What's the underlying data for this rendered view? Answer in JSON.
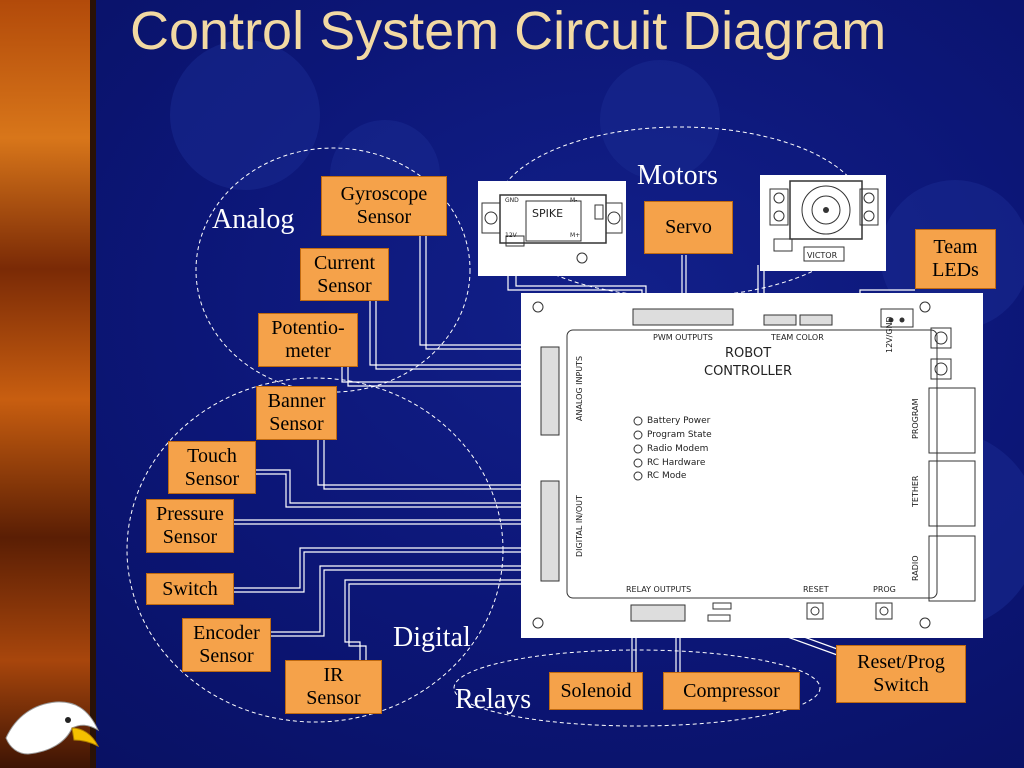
{
  "slide": {
    "title": "Control System Circuit Diagram"
  },
  "groups": {
    "analog": "Analog",
    "motors": "Motors",
    "digital": "Digital",
    "relays": "Relays"
  },
  "boxes": {
    "gyroscope": "Gyroscope\nSensor",
    "current": "Current\nSensor",
    "potentiometer": "Potentio-\nmeter",
    "banner": "Banner\nSensor",
    "touch": "Touch\nSensor",
    "pressure": "Pressure\nSensor",
    "switch": "Switch",
    "encoder": "Encoder\nSensor",
    "ir": "IR\nSensor",
    "servo": "Servo",
    "team_leds": "Team\nLEDs",
    "solenoid": "Solenoid",
    "compressor": "Compressor",
    "reset_prog": "Reset/Prog\nSwitch"
  },
  "devices": {
    "spike_label": "SPIKE",
    "spike_gnd": "GND",
    "spike_12v": "12V",
    "spike_mminus": "M-",
    "spike_mplus": "M+",
    "victor_label": "VICTOR"
  },
  "controller": {
    "title_line1": "ROBOT",
    "title_line2": "CONTROLLER",
    "pwm_outputs": "PWM OUTPUTS",
    "team_color": "TEAM COLOR",
    "power": "12V/GND",
    "analog_inputs": "ANALOG INPUTS",
    "digital_io": "DIGITAL IN/OUT",
    "program": "PROGRAM",
    "tether": "TETHER",
    "radio": "RADIO",
    "relay_outputs": "RELAY OUTPUTS",
    "reset": "RESET",
    "prog": "PROG",
    "leds": [
      "Battery Power",
      "Program State",
      "Radio Modem",
      "RC Hardware",
      "RC Mode"
    ]
  },
  "colors": {
    "background": "#0a1470",
    "title": "#f2d9a3",
    "box_fill": "#f5a24a",
    "wire": "#ffffff"
  }
}
